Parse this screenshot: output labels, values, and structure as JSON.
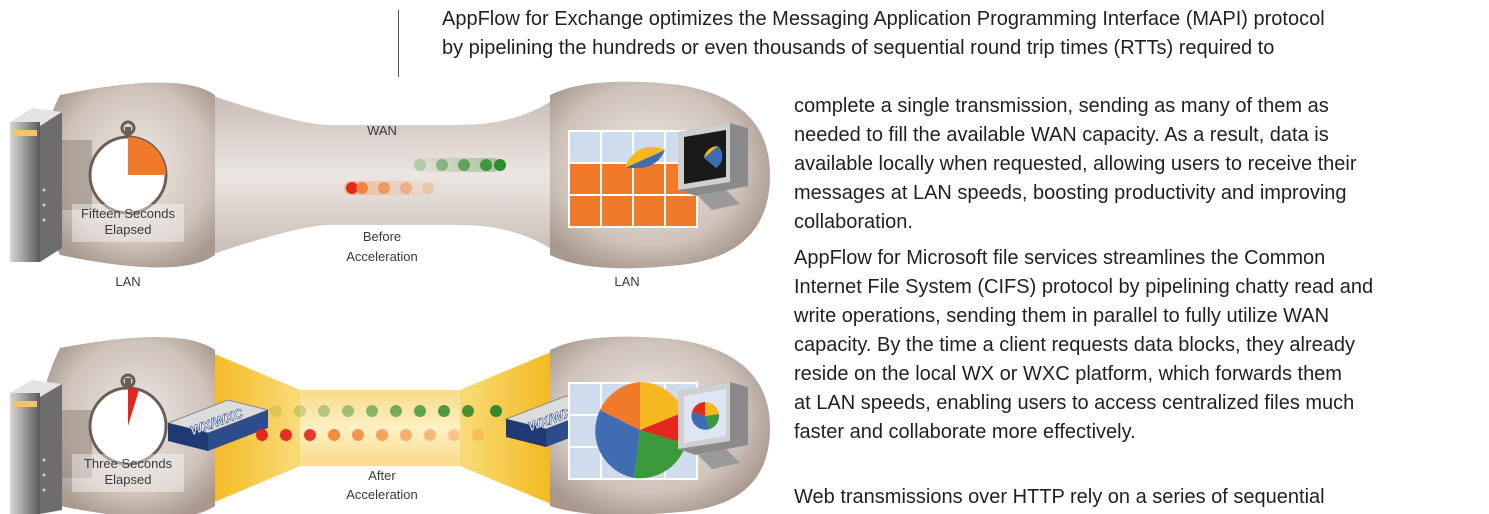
{
  "intro": {
    "line1": "AppFlow for Exchange optimizes the Messaging Application Programming Interface (MAPI) protocol",
    "line2": "by pipelining the hundreds or even thousands of sequential round trip times (RTTs) required to"
  },
  "paragraphs": [
    [
      "complete a single transmission, sending as many of them as",
      "needed to fill the available WAN capacity. As a result, data is",
      "available locally when requested, allowing users to receive their",
      "messages at LAN speeds, boosting productivity and improving",
      "collaboration."
    ],
    [
      "AppFlow for Microsoft file services streamlines the Common",
      "Internet File System (CIFS) protocol by pipelining chatty read and",
      "write operations, sending them in parallel to fully utilize WAN",
      "capacity. By the time a client requests data blocks, they already",
      "reside on the local WX or WXC platform, which forwards them",
      "at LAN speeds, enabling users to access centralized files much",
      "faster and collaborate more effectively."
    ],
    [
      "Web transmissions over HTTP rely on a series of sequential"
    ]
  ],
  "diagram_top": {
    "wan_label": "WAN",
    "timer_line1": "Fifteen Seconds",
    "timer_line2": "Elapsed",
    "caption_line1": "Before",
    "caption_line2": "Acceleration",
    "lan_left": "LAN",
    "lan_right": "LAN"
  },
  "diagram_bottom": {
    "timer_line1": "Three Seconds",
    "timer_line2": "Elapsed",
    "caption_line1": "After",
    "caption_line2": "Acceleration",
    "device_label": "WX/WXC"
  },
  "colors": {
    "orange": "#f07a2a",
    "red": "#e3271d",
    "green": "#2e8b2e",
    "yellow": "#f5b81e",
    "tunnel": "#d9d1cc",
    "blue": "#3f6cb3"
  }
}
